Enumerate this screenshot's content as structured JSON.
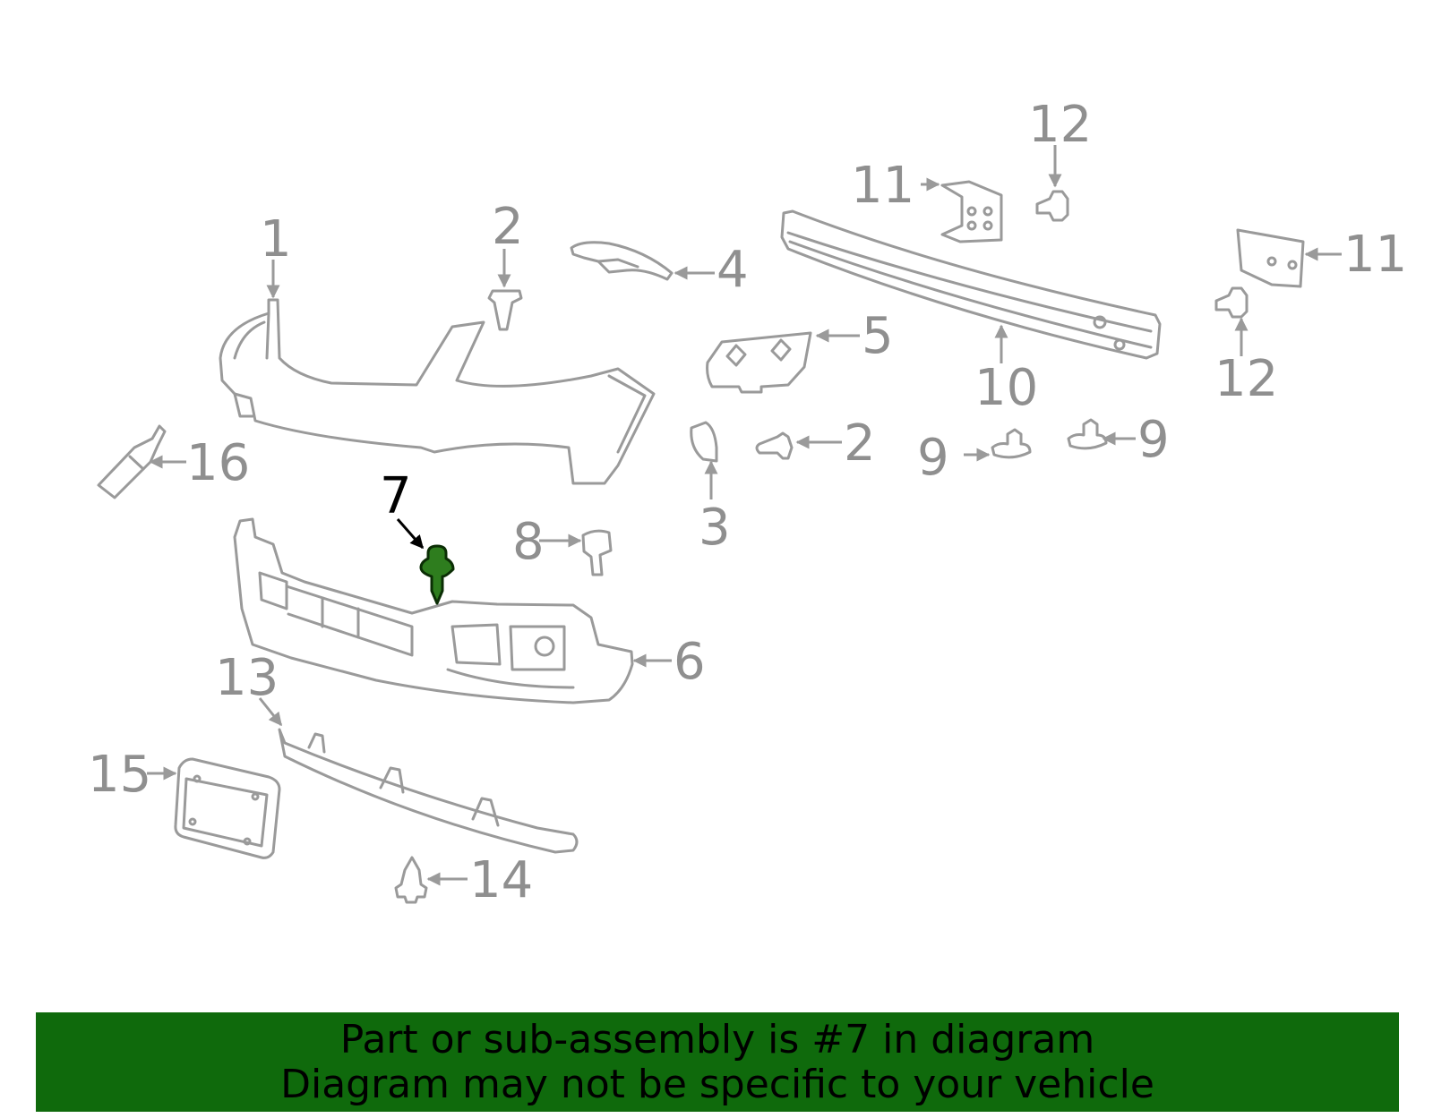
{
  "diagram": {
    "highlighted_part": "7",
    "callouts": {
      "c1": "1",
      "c2a": "2",
      "c2b": "2",
      "c3": "3",
      "c4": "4",
      "c5": "5",
      "c6": "6",
      "c7": "7",
      "c8": "8",
      "c9a": "9",
      "c9b": "9",
      "c10": "10",
      "c11a": "11",
      "c11b": "11",
      "c12a": "12",
      "c12b": "12",
      "c13": "13",
      "c14": "14",
      "c15": "15",
      "c16": "16"
    },
    "colors": {
      "line_art": "#9a9a9a",
      "highlight_fill": "#2e7d1e",
      "banner_background": "#0f6a0c"
    }
  },
  "banner": {
    "line1": "Part or sub-assembly is #7 in diagram",
    "line2": "Diagram may not be specific to your vehicle"
  }
}
